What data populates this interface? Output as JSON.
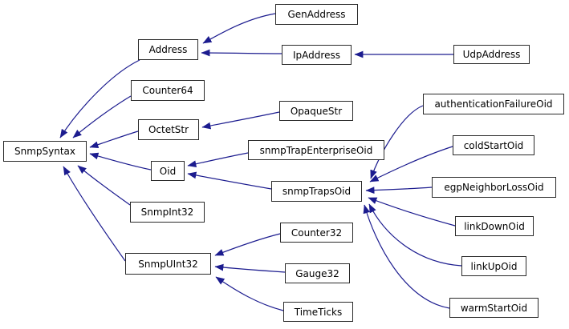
{
  "colors": {
    "edge": "#1c1c8f",
    "node_border": "#2a2a2a",
    "node_background": "#ffffff",
    "node_text": "#000000",
    "canvas_background": "#ffffff"
  },
  "diagram_type": "class-inheritance-graph",
  "nodes": [
    {
      "id": "snmp-syntax",
      "label": "SnmpSyntax"
    },
    {
      "id": "address",
      "label": "Address"
    },
    {
      "id": "counter64",
      "label": "Counter64"
    },
    {
      "id": "octet-str",
      "label": "OctetStr"
    },
    {
      "id": "oid",
      "label": "Oid"
    },
    {
      "id": "snmp-int32",
      "label": "SnmpInt32"
    },
    {
      "id": "snmp-uint32",
      "label": "SnmpUInt32"
    },
    {
      "id": "gen-address",
      "label": "GenAddress"
    },
    {
      "id": "ip-address",
      "label": "IpAddress"
    },
    {
      "id": "opaque-str",
      "label": "OpaqueStr"
    },
    {
      "id": "snmp-trap-enterprise-oid",
      "label": "snmpTrapEnterpriseOid"
    },
    {
      "id": "snmp-traps-oid",
      "label": "snmpTrapsOid"
    },
    {
      "id": "counter32",
      "label": "Counter32"
    },
    {
      "id": "gauge32",
      "label": "Gauge32"
    },
    {
      "id": "time-ticks",
      "label": "TimeTicks"
    },
    {
      "id": "udp-address",
      "label": "UdpAddress"
    },
    {
      "id": "authentication-failure-oid",
      "label": "authenticationFailureOid"
    },
    {
      "id": "cold-start-oid",
      "label": "coldStartOid"
    },
    {
      "id": "egp-neighbor-loss-oid",
      "label": "egpNeighborLossOid"
    },
    {
      "id": "link-down-oid",
      "label": "linkDownOid"
    },
    {
      "id": "link-up-oid",
      "label": "linkUpOid"
    },
    {
      "id": "warm-start-oid",
      "label": "warmStartOid"
    }
  ],
  "edges": [
    {
      "from": "GenAddress",
      "to": "Address"
    },
    {
      "from": "IpAddress",
      "to": "Address"
    },
    {
      "from": "UdpAddress",
      "to": "IpAddress"
    },
    {
      "from": "Address",
      "to": "SnmpSyntax"
    },
    {
      "from": "Counter64",
      "to": "SnmpSyntax"
    },
    {
      "from": "OpaqueStr",
      "to": "OctetStr"
    },
    {
      "from": "OctetStr",
      "to": "SnmpSyntax"
    },
    {
      "from": "snmpTrapEnterpriseOid",
      "to": "Oid"
    },
    {
      "from": "snmpTrapsOid",
      "to": "Oid"
    },
    {
      "from": "Oid",
      "to": "SnmpSyntax"
    },
    {
      "from": "authenticationFailureOid",
      "to": "snmpTrapsOid"
    },
    {
      "from": "coldStartOid",
      "to": "snmpTrapsOid"
    },
    {
      "from": "egpNeighborLossOid",
      "to": "snmpTrapsOid"
    },
    {
      "from": "linkDownOid",
      "to": "snmpTrapsOid"
    },
    {
      "from": "linkUpOid",
      "to": "snmpTrapsOid"
    },
    {
      "from": "warmStartOid",
      "to": "snmpTrapsOid"
    },
    {
      "from": "SnmpInt32",
      "to": "SnmpSyntax"
    },
    {
      "from": "SnmpUInt32",
      "to": "SnmpSyntax"
    },
    {
      "from": "Counter32",
      "to": "SnmpUInt32"
    },
    {
      "from": "Gauge32",
      "to": "SnmpUInt32"
    },
    {
      "from": "TimeTicks",
      "to": "SnmpUInt32"
    }
  ]
}
